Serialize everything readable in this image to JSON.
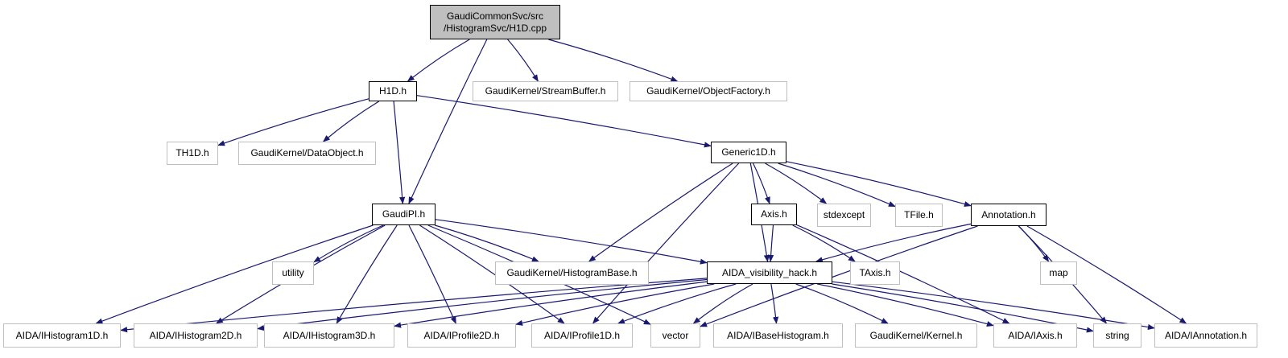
{
  "graph": {
    "edge_color": "#191970",
    "root_fill": "#bfbfbf",
    "external_border": "#bfbfbf",
    "local_border": "#000000",
    "nodes": [
      {
        "id": "root",
        "label_lines": [
          "GaudiCommonSvc/src",
          "/HistogramSvc/H1D.cpp"
        ],
        "kind": "root"
      },
      {
        "id": "h1d",
        "label": "H1D.h",
        "kind": "local"
      },
      {
        "id": "streambuffer",
        "label": "GaudiKernel/StreamBuffer.h",
        "kind": "external"
      },
      {
        "id": "objectfactory",
        "label": "GaudiKernel/ObjectFactory.h",
        "kind": "external"
      },
      {
        "id": "th1d",
        "label": "TH1D.h",
        "kind": "external"
      },
      {
        "id": "dataobject",
        "label": "GaudiKernel/DataObject.h",
        "kind": "external"
      },
      {
        "id": "generic1d",
        "label": "Generic1D.h",
        "kind": "local"
      },
      {
        "id": "gaudipi",
        "label": "GaudiPI.h",
        "kind": "local"
      },
      {
        "id": "axis",
        "label": "Axis.h",
        "kind": "local"
      },
      {
        "id": "stdexcept",
        "label": "stdexcept",
        "kind": "external"
      },
      {
        "id": "tfile",
        "label": "TFile.h",
        "kind": "external"
      },
      {
        "id": "annotation",
        "label": "Annotation.h",
        "kind": "local"
      },
      {
        "id": "utility",
        "label": "utility",
        "kind": "external"
      },
      {
        "id": "histogrambase",
        "label": "GaudiKernel/HistogramBase.h",
        "kind": "external"
      },
      {
        "id": "aidavis",
        "label": "AIDA_visibility_hack.h",
        "kind": "local"
      },
      {
        "id": "taxis",
        "label": "TAxis.h",
        "kind": "external"
      },
      {
        "id": "map",
        "label": "map",
        "kind": "external"
      },
      {
        "id": "ihist1d",
        "label": "AIDA/IHistogram1D.h",
        "kind": "external"
      },
      {
        "id": "ihist2d",
        "label": "AIDA/IHistogram2D.h",
        "kind": "external"
      },
      {
        "id": "ihist3d",
        "label": "AIDA/IHistogram3D.h",
        "kind": "external"
      },
      {
        "id": "iprof2d",
        "label": "AIDA/IProfile2D.h",
        "kind": "external"
      },
      {
        "id": "iprof1d",
        "label": "AIDA/IProfile1D.h",
        "kind": "external"
      },
      {
        "id": "vector",
        "label": "vector",
        "kind": "external"
      },
      {
        "id": "ibasehist",
        "label": "AIDA/IBaseHistogram.h",
        "kind": "external"
      },
      {
        "id": "kernel",
        "label": "GaudiKernel/Kernel.h",
        "kind": "external"
      },
      {
        "id": "iaxis",
        "label": "AIDA/IAxis.h",
        "kind": "external"
      },
      {
        "id": "string",
        "label": "string",
        "kind": "external"
      },
      {
        "id": "iannotation",
        "label": "AIDA/IAnnotation.h",
        "kind": "external"
      }
    ],
    "edges": [
      [
        "root",
        "h1d"
      ],
      [
        "root",
        "gaudipi"
      ],
      [
        "root",
        "streambuffer"
      ],
      [
        "root",
        "objectfactory"
      ],
      [
        "h1d",
        "th1d"
      ],
      [
        "h1d",
        "dataobject"
      ],
      [
        "h1d",
        "gaudipi"
      ],
      [
        "h1d",
        "generic1d"
      ],
      [
        "generic1d",
        "histogrambase"
      ],
      [
        "generic1d",
        "iprof1d"
      ],
      [
        "generic1d",
        "aidavis"
      ],
      [
        "generic1d",
        "axis"
      ],
      [
        "generic1d",
        "stdexcept"
      ],
      [
        "generic1d",
        "tfile"
      ],
      [
        "generic1d",
        "annotation"
      ],
      [
        "gaudipi",
        "ihist1d"
      ],
      [
        "gaudipi",
        "ihist2d"
      ],
      [
        "gaudipi",
        "utility"
      ],
      [
        "gaudipi",
        "ihist3d"
      ],
      [
        "gaudipi",
        "iprof2d"
      ],
      [
        "gaudipi",
        "iprof1d"
      ],
      [
        "gaudipi",
        "vector"
      ],
      [
        "gaudipi",
        "histogrambase"
      ],
      [
        "gaudipi",
        "aidavis"
      ],
      [
        "axis",
        "aidavis"
      ],
      [
        "axis",
        "taxis"
      ],
      [
        "axis",
        "iaxis"
      ],
      [
        "annotation",
        "aidavis"
      ],
      [
        "annotation",
        "vector"
      ],
      [
        "annotation",
        "map"
      ],
      [
        "annotation",
        "string"
      ],
      [
        "annotation",
        "iannotation"
      ],
      [
        "aidavis",
        "ihist1d"
      ],
      [
        "aidavis",
        "ihist2d"
      ],
      [
        "aidavis",
        "ihist3d"
      ],
      [
        "aidavis",
        "iprof2d"
      ],
      [
        "aidavis",
        "iprof1d"
      ],
      [
        "aidavis",
        "vector"
      ],
      [
        "aidavis",
        "ibasehist"
      ],
      [
        "aidavis",
        "kernel"
      ],
      [
        "aidavis",
        "iaxis"
      ],
      [
        "aidavis",
        "string"
      ],
      [
        "aidavis",
        "iannotation"
      ]
    ]
  }
}
